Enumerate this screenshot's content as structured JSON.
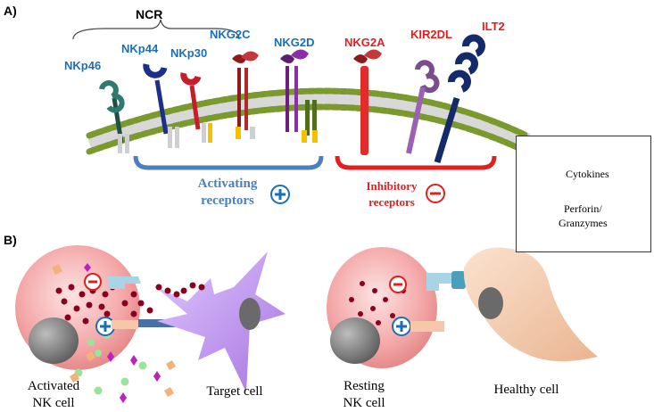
{
  "panel_labels": {
    "a": "A)",
    "b": "B)"
  },
  "group_label": "NCR",
  "receptors": {
    "nkp46": "NKp46",
    "nkp44": "NKp44",
    "nkp30": "NKp30",
    "nkg2c": "NKG2C",
    "nkg2d": "NKG2D",
    "nkg2a": "NKG2A",
    "kir2dl": "KIR2DL",
    "ilt2": "ILT2"
  },
  "categories": {
    "activating_line1": "Activating",
    "activating_line2": "receptors",
    "inhibitory_line1": "Inhibitory",
    "inhibitory_line2": "receptors"
  },
  "legend": {
    "cytokines": "Cytokines",
    "perforin_line1": "Perforin/",
    "perforin_line2": "Granzymes"
  },
  "cells": {
    "activated_line1": "Activated",
    "activated_line2": "NK cell",
    "target": "Target cell",
    "resting_line1": "Resting",
    "resting_line2": "NK cell",
    "healthy": "Healthy cell"
  },
  "colors": {
    "activating_blue": "#1a6fb8",
    "inhibitory_red": "#e41e1e",
    "activating_bar": "#4a7fc1",
    "membrane_green": "#7a9a2e",
    "nk_cell_pink": "#f4a7a7",
    "target_cell_purple": "#c79ef0",
    "healthy_cell_peach": "#f6cfb0",
    "granule_dark_red": "#8b0020",
    "cytokine_green": "#9be39b",
    "perforin_magenta": "#c020c0"
  }
}
